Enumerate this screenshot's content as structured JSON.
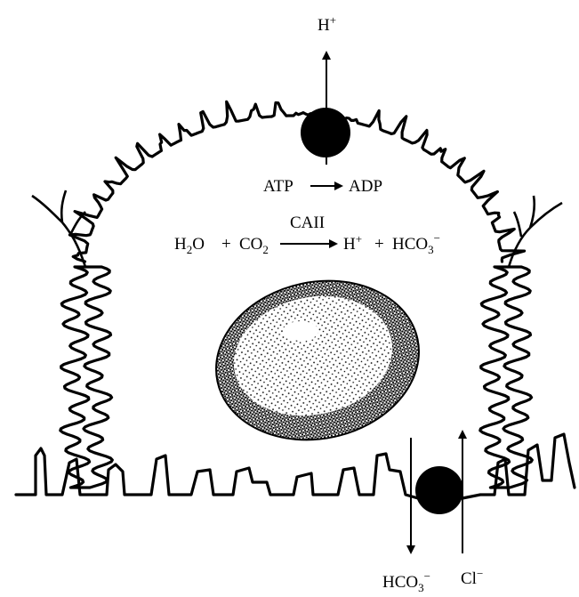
{
  "colors": {
    "ink": "#000000",
    "paper": "#ffffff"
  },
  "labels": {
    "proton_top": {
      "base": "H",
      "sup": "+"
    },
    "atp": "ATP",
    "adp": "ADP",
    "caii": "CAII",
    "water": {
      "base": "H",
      "sub": "2",
      "rest": "O"
    },
    "plus1": "+",
    "co2": {
      "base": "CO",
      "sub": "2"
    },
    "proton_product": {
      "base": "H",
      "sup": "+"
    },
    "plus2": "+",
    "bicarb_product": {
      "base": "HCO",
      "sub": "3",
      "sup": "−"
    },
    "bicarb_bottom": {
      "base": "HCO",
      "sub": "3",
      "sup": "−"
    },
    "chloride": {
      "base": "Cl",
      "sup": "−"
    }
  }
}
